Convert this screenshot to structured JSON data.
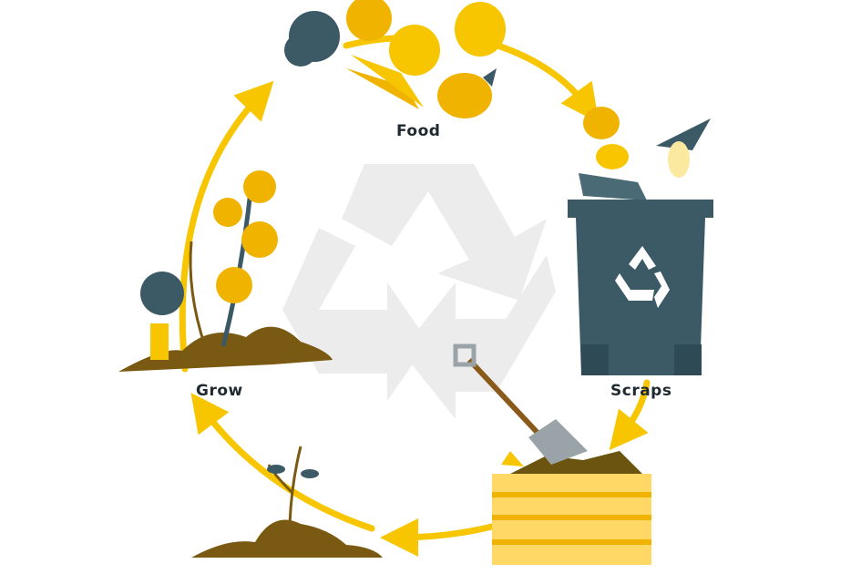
{
  "labels": {
    "food": "Food",
    "scraps": "Scraps",
    "grow": "Grow"
  },
  "colors": {
    "yellow": "#f7c600",
    "bin": "#3b5a66",
    "soil": "#7a5a12",
    "recycle_bg": "#ececec",
    "text": "#1f2a30"
  }
}
